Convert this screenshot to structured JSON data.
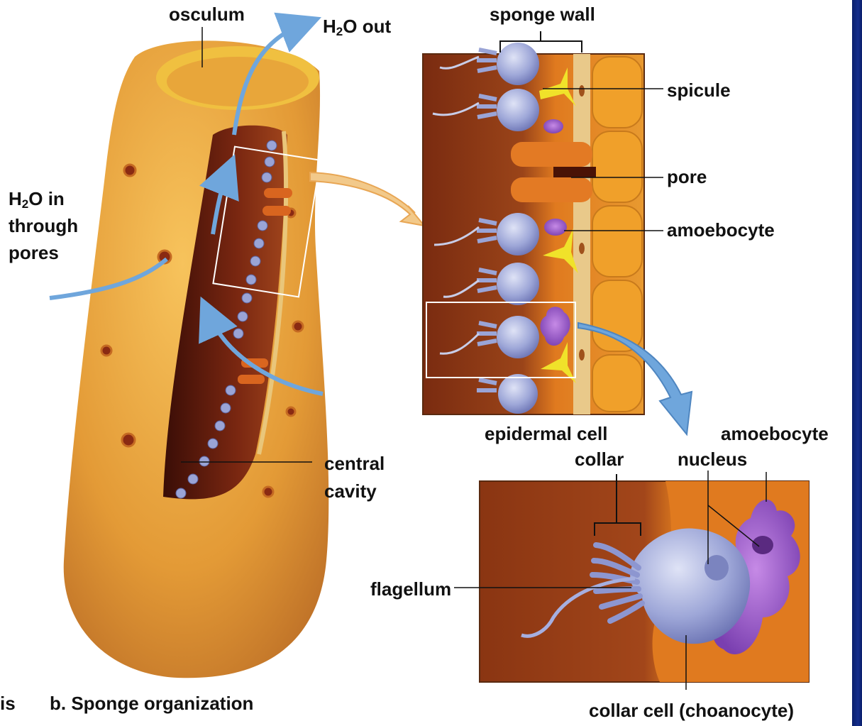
{
  "figure": {
    "caption_partial": "is",
    "caption": "b. Sponge organization"
  },
  "labels": {
    "osculum": "osculum",
    "h2o_out_prefix": "H",
    "h2o_out_sub": "2",
    "h2o_out_suffix": "O out",
    "h2o_in_prefix": "H",
    "h2o_in_sub": "2",
    "h2o_in_suffix": "O in",
    "through": "through",
    "pores_text": "pores",
    "central": "central",
    "cavity": "cavity",
    "sponge_wall": "sponge wall",
    "spicule": "spicule",
    "pore": "pore",
    "amoebocyte_top": "amoebocyte",
    "epidermal_cell": "epidermal cell",
    "collar": "collar",
    "amoebocyte_bottom": "amoebocyte",
    "nucleus": "nucleus",
    "flagellum": "flagellum",
    "collar_cell": "collar cell (choanocyte)"
  },
  "colors": {
    "sponge_body": "#e7a13a",
    "cavity": "#6e1f0e",
    "panel_background": "#8a3a16",
    "collar_cell": "#9aa4d6",
    "amoebocyte": "#8a4fc0",
    "spicule": "#f0e22a",
    "water_arrow": "#6fa6dc",
    "flow_arrow": "#f2c98a",
    "accent_bar": "#142d8c"
  }
}
